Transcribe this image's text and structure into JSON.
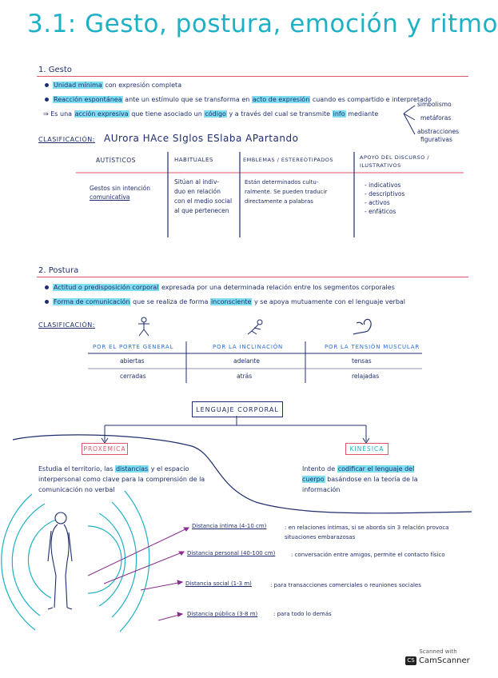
{
  "title": "3.1: Gesto, postura, emoción y ritmo",
  "section1": {
    "heading": "1. Gesto",
    "bullet1_hl": "Unidad mínima",
    "bullet1_rest": "con expresión completa",
    "bullet2_hl": "Reacción espontánea",
    "bullet2_mid": "ante un estímulo que se transforma en",
    "bullet2_hl2": "acto de expresión",
    "bullet2_rest": "cuando es compartido e interpretado",
    "arrow_pre": "⇒ Es una",
    "arrow_hl": "acción expresiva",
    "arrow_mid": "que tiene asociado un",
    "arrow_hl2": "código",
    "arrow_mid2": "y a través del cual se transmite",
    "arrow_hl3": "info",
    "arrow_rest": "mediante",
    "means": [
      "simbolismo",
      "metáforas",
      "abstracciones",
      "figurativas"
    ],
    "class_label": "CLASIFICACIÓN:",
    "mnemonic": "AUrora HAce SIglos ESlaba APartando",
    "columns": [
      {
        "header": "AUTÍSTICOS",
        "body": [
          "Gestos sin intención",
          "comunicativa"
        ]
      },
      {
        "header": "HABITUALES",
        "body": [
          "Sitúan al indiv-",
          "duo en relación",
          "con el medio social",
          "al que pertenecen"
        ]
      },
      {
        "header": "EMBLEMAS / ESTEREOTIPADOS",
        "body": [
          "Están determinados cultu-",
          "ralmente. Se pueden traducir",
          "directamente a palabras"
        ]
      },
      {
        "header": "APOYO DEL DISCURSO / ILUSTRATIVOS",
        "body": [
          "- indicativos",
          "- descriptivos",
          "- activos",
          "- enfáticos"
        ]
      }
    ]
  },
  "section2": {
    "heading": "2. Postura",
    "bullet1_hl": "Actitud o predisposición corporal",
    "bullet1_rest": "expresada por una determinada relación entre los segmentos corporales",
    "bullet2_hl": "Forma de comunicación",
    "bullet2_mid": "que se realiza de forma",
    "bullet2_hl2": "inconsciente",
    "bullet2_rest": "y se apoya mutuamente con el lenguaje verbal",
    "class_label": "CLASIFICACIÓN:",
    "table_headers": [
      "POR EL PORTE GENERAL",
      "POR LA INCLINACIÓN",
      "POR LA TENSIÓN MUSCULAR"
    ],
    "table_rows": [
      [
        "abiertas",
        "adelante",
        "tensas"
      ],
      [
        "cerradas",
        "atrás",
        "relajadas"
      ]
    ]
  },
  "body_language": {
    "title": "LENGUAJE CORPORAL",
    "proxemica": {
      "label": "PROXÉMICA",
      "desc_pre": "Estudia el territorio, las",
      "desc_hl": "distancias",
      "desc_rest": "y el espacio interpersonal como clave para la comprensión de la comunicación no verbal"
    },
    "kinesica": {
      "label": "KINÉSICA",
      "desc_pre": "Intento de",
      "desc_hl": "codificar el lenguaje del cuerpo",
      "desc_rest": "basándose en la teoría de la información"
    },
    "distances": [
      {
        "name": "Distancia íntima (4-10 cm)",
        "desc": ": en relaciones íntimas, si se aborda sin 3 relación provoca situaciones embarazosas"
      },
      {
        "name": "Distancia personal (40-100 cm)",
        "desc": ": conversación entre amigos, permite el contacto físico"
      },
      {
        "name": "Distancia social (1-3 m)",
        "desc": ": para transacciones comerciales o reuniones sociales"
      },
      {
        "name": "Distancia pública (3-8 m)",
        "desc": ": para todo lo demás"
      }
    ]
  },
  "watermark": {
    "line1": "Scanned with",
    "line2": "CamScanner"
  },
  "colors": {
    "title": "#1eb1c6",
    "ink": "#1f2d6e",
    "highlight": "#7fdff0",
    "pink": "#e0556b",
    "arrow": "#8a2f8f"
  }
}
